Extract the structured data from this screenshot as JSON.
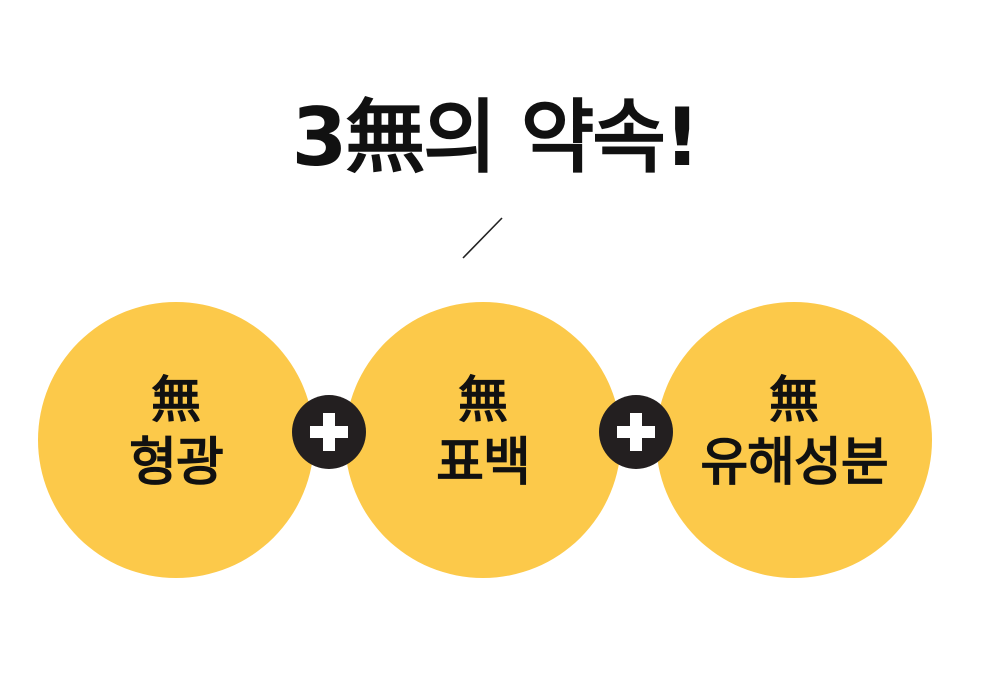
{
  "title": "3無의 약속!",
  "colors": {
    "circle": "#fcc94a",
    "plus_badge": "#231f20",
    "text": "#111111"
  },
  "items": [
    {
      "hanja": "無",
      "label": "형광"
    },
    {
      "hanja": "無",
      "label": "표백"
    },
    {
      "hanja": "無",
      "label": "유해성분"
    }
  ],
  "connector_icon": "plus-icon"
}
